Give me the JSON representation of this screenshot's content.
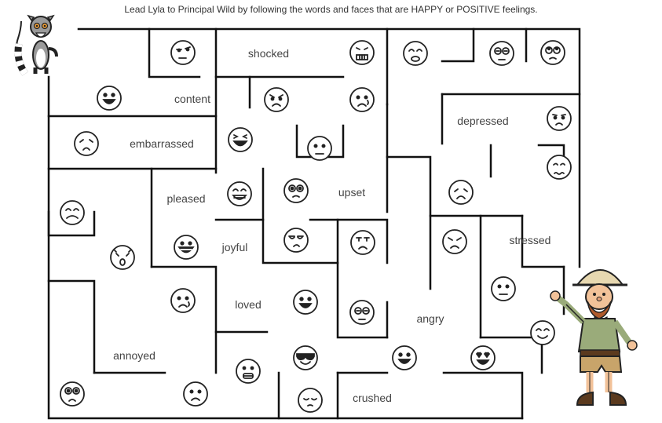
{
  "instructions": "Lead Lyla to Principal Wild by following the words and faces that are HAPPY or POSITIVE feelings.",
  "words": [
    "shocked",
    "content",
    "depressed",
    "embarrassed",
    "upset",
    "pleased",
    "stressed",
    "joyful",
    "loved",
    "angry",
    "annoyed",
    "crushed"
  ],
  "faces": [
    "annoyed-face-icon",
    "grimace-face-icon",
    "shocked-face-icon",
    "rolling-eyes-face-icon",
    "rolling-eyes-face-icon",
    "happy-face-icon",
    "angry-face-icon",
    "sad-face-icon",
    "sad-face-icon",
    "worried-face-icon",
    "grinning-face-icon",
    "neutral-face-icon",
    "sad-face-icon",
    "laughing-face-icon",
    "shocked-face-icon",
    "upset-face-icon",
    "neutral-face-icon",
    "sad-face-icon",
    "scared-face-icon",
    "grinning-face-icon",
    "annoyed-face-icon",
    "frustrated-face-icon",
    "angry-face-icon",
    "sad-face-icon",
    "neutral-face-icon",
    "happy-face-icon",
    "rolling-eyes-face-icon",
    "smiling-face-icon",
    "cool-face-icon",
    "grinning-face-icon",
    "heart-eyes-face-icon",
    "grimace-face-icon",
    "shocked-face-icon",
    "sad-face-icon",
    "relieved-face-icon"
  ],
  "characters": {
    "start": "lemur",
    "goal": "explorer"
  }
}
